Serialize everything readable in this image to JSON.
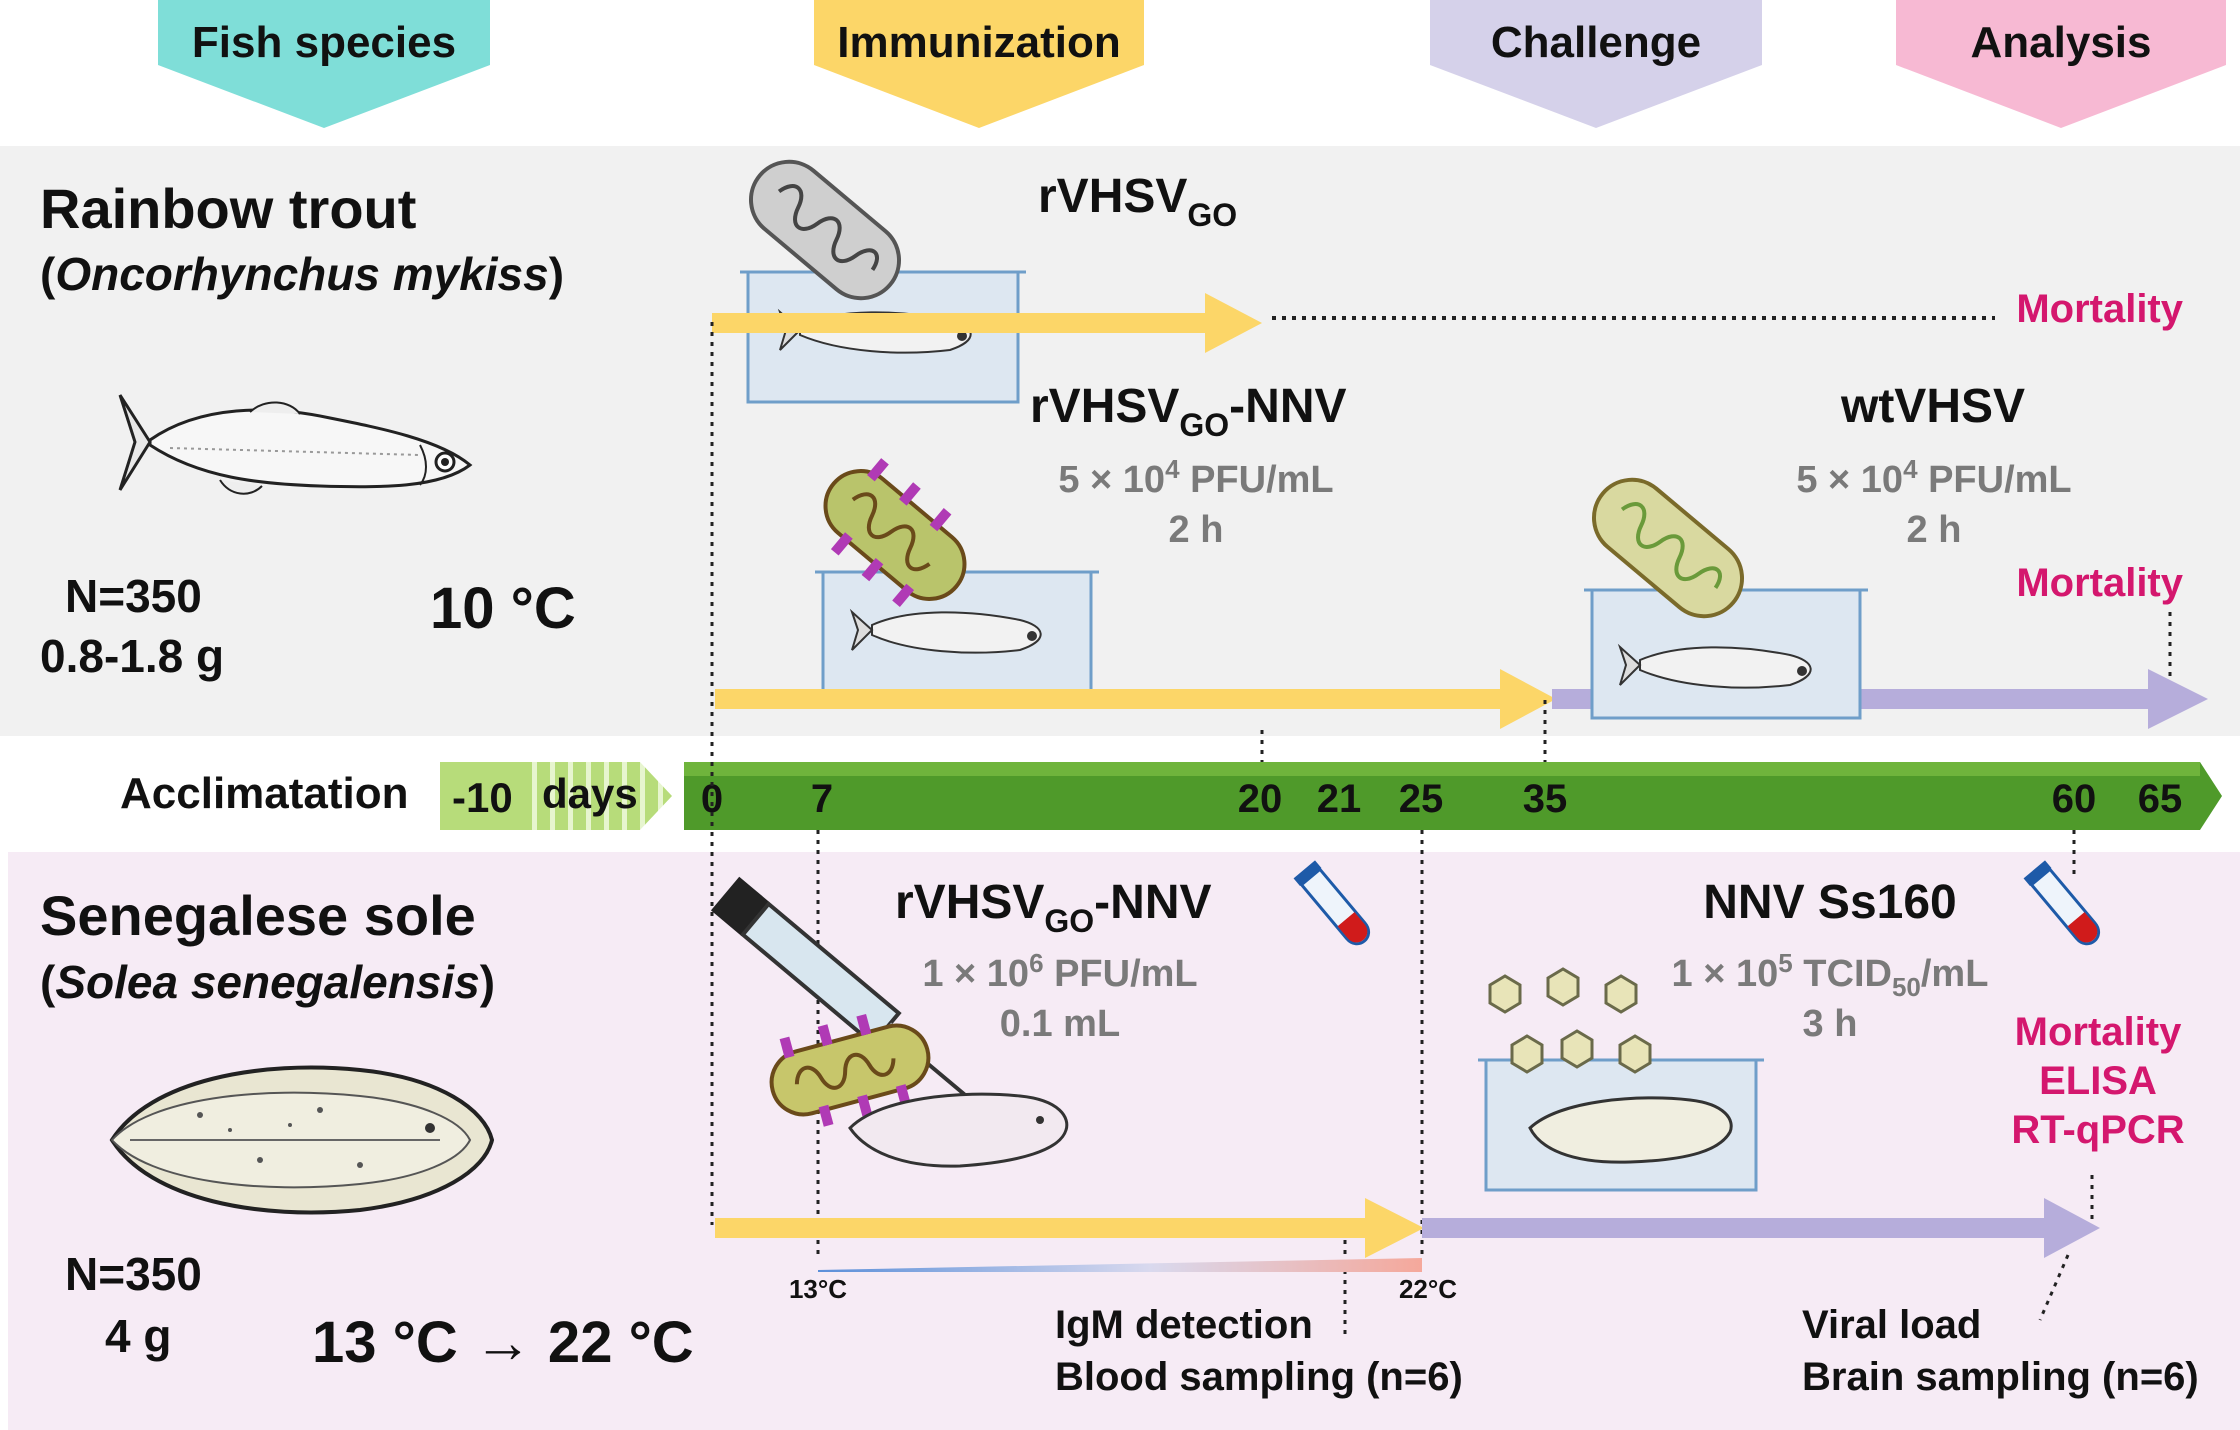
{
  "colors": {
    "fish_species": "#7fded8",
    "immunization": "#fcd668",
    "challenge": "#d5d1ea",
    "analysis": "#f7b9d3",
    "trout_panel": "#f1f1f1",
    "sole_panel": "#f6ebf5",
    "timeline": "#4f9a2a",
    "yellow_arrow": "#fcd668",
    "purple_arrow": "#b6addb",
    "mortality": "#d4176e"
  },
  "headers": {
    "fish_species": "Fish species",
    "immunization": "Immunization",
    "challenge": "Challenge",
    "analysis": "Analysis"
  },
  "trout": {
    "name": "Rainbow trout",
    "paren_open": "(",
    "latin": "Oncorhynchus mykiss",
    "paren_close": ")",
    "n": "N=350",
    "weight": "0.8-1.8 g",
    "temp": "10 °C",
    "vaccine1": {
      "name": "rVHSV",
      "sub": "GO",
      "endpoint": "Mortality"
    },
    "vaccine2": {
      "name": "rVHSV",
      "sub": "GO",
      "suffix": "-NNV",
      "dose_a": "5 × 10",
      "dose_exp": "4",
      "dose_b": " PFU/mL",
      "time": "2 h"
    },
    "challenge": {
      "name": "wtVHSV",
      "dose_a": "5 × 10",
      "dose_exp": "4",
      "dose_b": " PFU/mL",
      "time": "2 h",
      "endpoint": "Mortality"
    }
  },
  "timeline": {
    "acclimatation": "Acclimatation",
    "pre": "-10",
    "days": "days",
    "ticks": [
      "0",
      "7",
      "20",
      "21",
      "25",
      "35",
      "60",
      "65"
    ]
  },
  "sole": {
    "name": "Senegalese sole",
    "paren_open": "(",
    "latin": "Solea senegalensis",
    "paren_close": ")",
    "n": "N=350",
    "weight": "4 g",
    "temp": "13 °C → 22 °C",
    "vaccine": {
      "name": "rVHSV",
      "sub": "GO",
      "suffix": "-NNV",
      "dose_a": "1 × 10",
      "dose_exp": "6",
      "dose_b": " PFU/mL",
      "volume": "0.1 mL"
    },
    "challenge": {
      "name": "NNV Ss160",
      "dose_a": "1 × 10",
      "dose_exp": "5",
      "dose_b": " TCID",
      "dose_sub": "50",
      "dose_c": "/mL",
      "time": "3 h"
    },
    "analysis": [
      "Mortality",
      "ELISA",
      "RT-qPCR"
    ],
    "temp_start": "13°C",
    "temp_end": "22°C",
    "sampling1": [
      "IgM detection",
      "Blood sampling (n=6)"
    ],
    "sampling2": [
      "Viral load",
      "Brain sampling (n=6)"
    ]
  }
}
